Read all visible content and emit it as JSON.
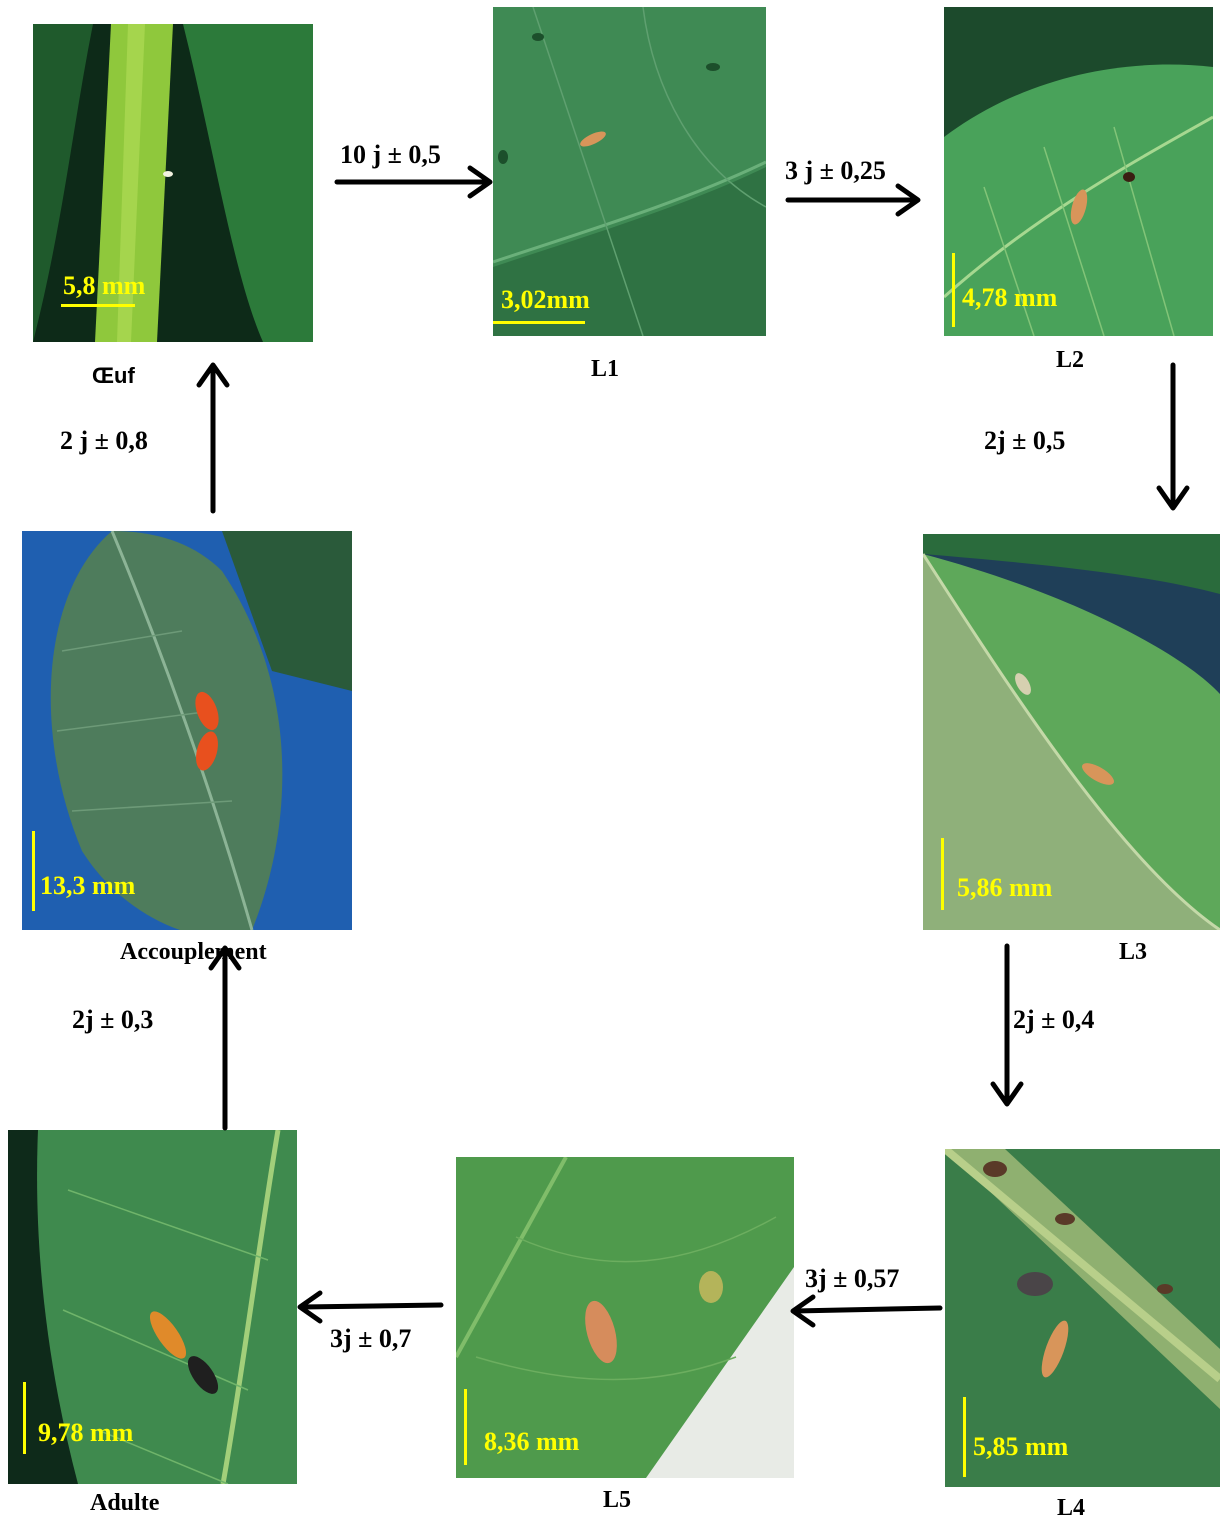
{
  "stages": {
    "oeuf": {
      "label": "Œuf",
      "scale": "5,8 mm"
    },
    "l1": {
      "label": "L1",
      "scale": "3,02mm"
    },
    "l2": {
      "label": "L2",
      "scale": "4,78 mm"
    },
    "l3": {
      "label": "L3",
      "scale": "5,86 mm"
    },
    "l4": {
      "label": "L4",
      "scale": "5,85 mm"
    },
    "l5": {
      "label": "L5",
      "scale": "8,36 mm"
    },
    "adulte": {
      "label": "Adulte",
      "scale": "9,78 mm"
    },
    "accouplement": {
      "label": "Accouplement",
      "scale": "13,3 mm"
    }
  },
  "durations": {
    "oeuf_to_l1": "10 j ± 0,5",
    "l1_to_l2": "3 j ± 0,25",
    "l2_to_l3": "2j ± 0,5",
    "l3_to_l4": "2j ± 0,4",
    "l4_to_l5": "3j ± 0,57",
    "l5_to_adulte": "3j ± 0,7",
    "adulte_to_accouplement": "2j ± 0,3",
    "accouplement_to_oeuf": "2 j ± 0,8"
  },
  "colors": {
    "scale_annotation": "#ffff00",
    "arrow": "#000000",
    "leaf_dark": "#2f6b3a",
    "leaf_light": "#5ea85a",
    "insect": "#d8955a"
  }
}
